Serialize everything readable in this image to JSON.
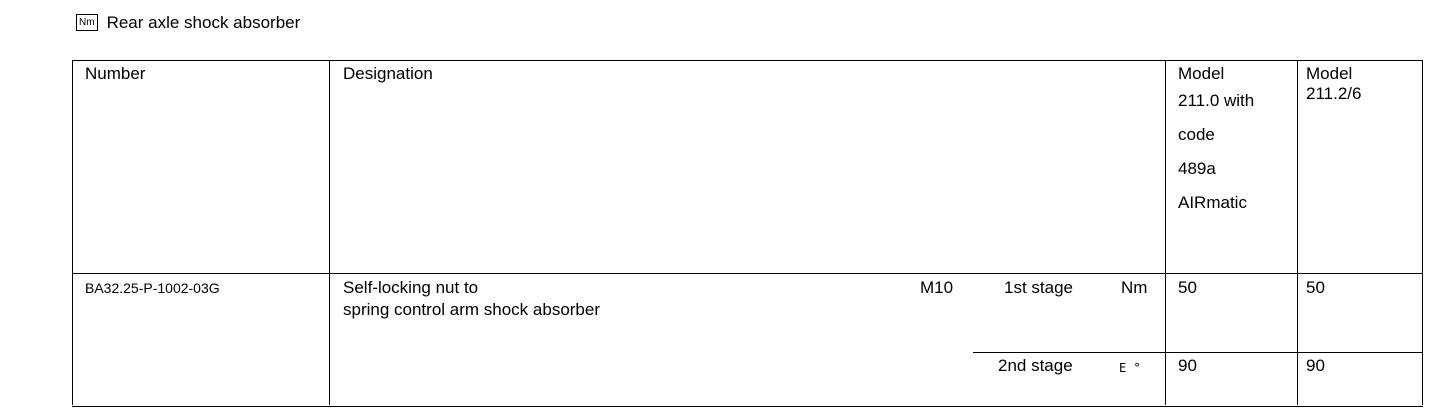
{
  "heading": {
    "icon": "Nm",
    "title": "Rear axle shock absorber"
  },
  "table": {
    "headers": {
      "number": "Number",
      "designation": "Designation",
      "model1": [
        "Model",
        "211.0 with",
        "code",
        "489a",
        "AIRmatic"
      ],
      "model2": [
        "Model",
        "211.2/6"
      ]
    },
    "row": {
      "number": "BA32.25-P-1002-03G",
      "designation_line1": "Self-locking nut to",
      "designation_line2": "spring control arm shock absorber",
      "thread": "M10",
      "stage1": {
        "label": "1st stage",
        "unit": "Nm",
        "model1": "50",
        "model2": "50"
      },
      "stage2": {
        "label": "2nd stage",
        "unit": "E °",
        "model1": "90",
        "model2": "90"
      }
    }
  }
}
